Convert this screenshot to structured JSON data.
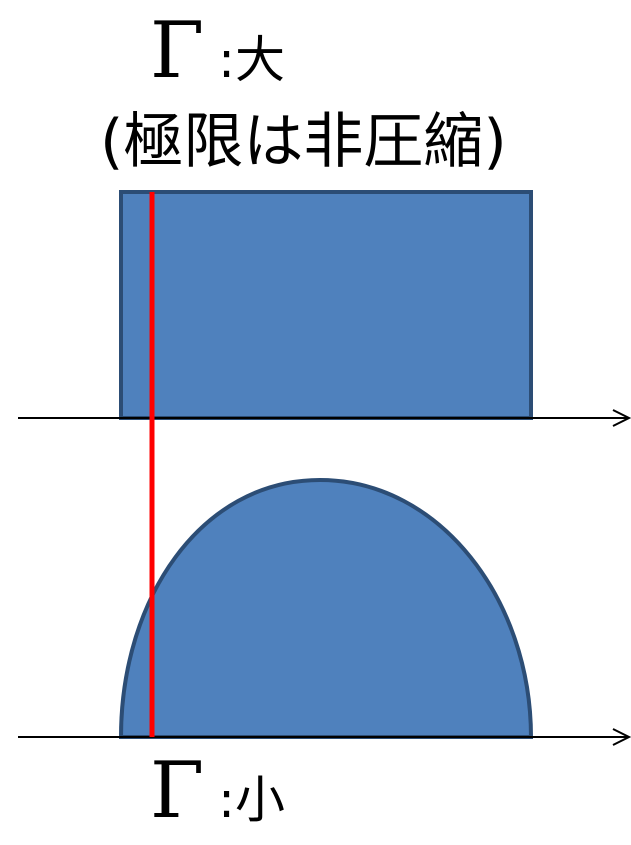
{
  "top_label": {
    "symbol": "Γ",
    "suffix": ":大"
  },
  "subtitle": "(極限は非圧縮)",
  "bottom_label": {
    "symbol": "Γ",
    "suffix": ":小"
  },
  "colors": {
    "shape_fill": "#4f81bd",
    "shape_stroke": "#2c4d75",
    "marker_line": "#ff0000",
    "axis": "#000000"
  }
}
